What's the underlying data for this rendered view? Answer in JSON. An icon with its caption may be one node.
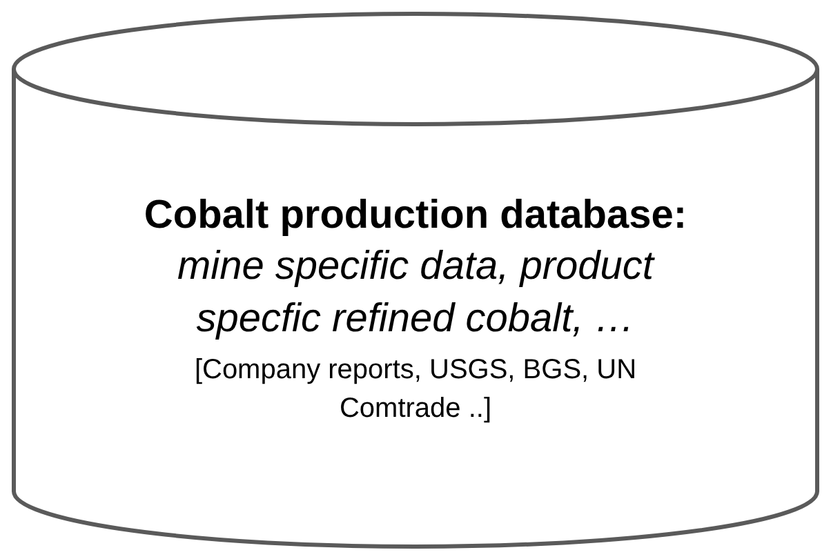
{
  "diagram": {
    "nodes": [
      {
        "text": [
          "Cobalt production database:",
          "mine specific data, product specfic refined cobalt, …",
          "[Company reports, USGS, BGS, UN Comtrade ..]"
        ]
      }
    ]
  }
}
